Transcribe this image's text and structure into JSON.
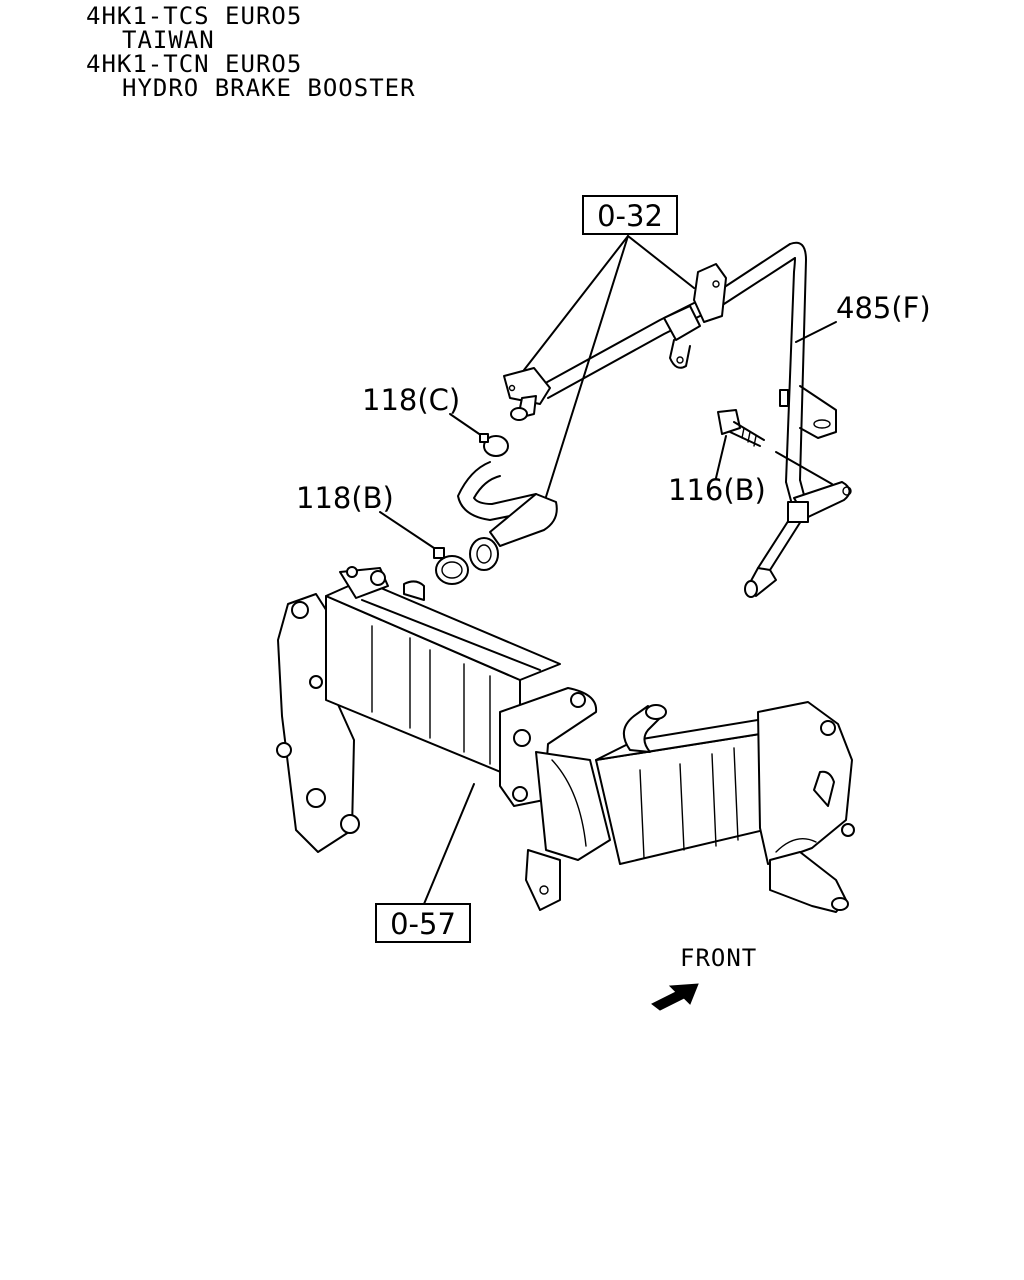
{
  "header": {
    "line1": "4HK1-TCS EURO5",
    "line2": "TAIWAN",
    "line3": "4HK1-TCN EURO5",
    "line4": "HYDRO BRAKE BOOSTER"
  },
  "callouts": {
    "ref_top": "0-32",
    "ref_bottom": "0-57",
    "pipe": "485(F)",
    "clamp_c": "118(C)",
    "clamp_b": "118(B)",
    "bolt": "116(B)"
  },
  "front": {
    "label": "FRONT",
    "icon": "front-arrow-icon"
  }
}
